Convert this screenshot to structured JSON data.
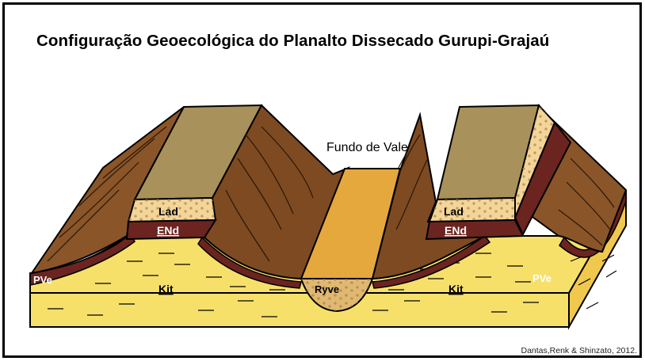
{
  "title": "Configuração Geoecológica do Planalto Dissecado Gurupi-Grajaú",
  "valley_label": "Fundo de Vale",
  "units": {
    "lad_left": "Lad",
    "lad_right": "Lad",
    "end_left": "ENd",
    "end_right": "ENd",
    "kit_left": "Kit",
    "kit_right": "Kit",
    "pve_left": "PVe",
    "pve_right": "PVe",
    "ryve": "Ryve"
  },
  "credit": "Dantas,Renk & Shinzato, 2012.",
  "colors": {
    "kit_yellow": "#f7e06a",
    "slope_brown": "#8a5528",
    "plateau_top": "#a8915a",
    "lad_sand": "#f3d59a",
    "end_maroon": "#6b2420",
    "valley_orange": "#e5a83d",
    "ryve_tan": "#e0b872"
  }
}
